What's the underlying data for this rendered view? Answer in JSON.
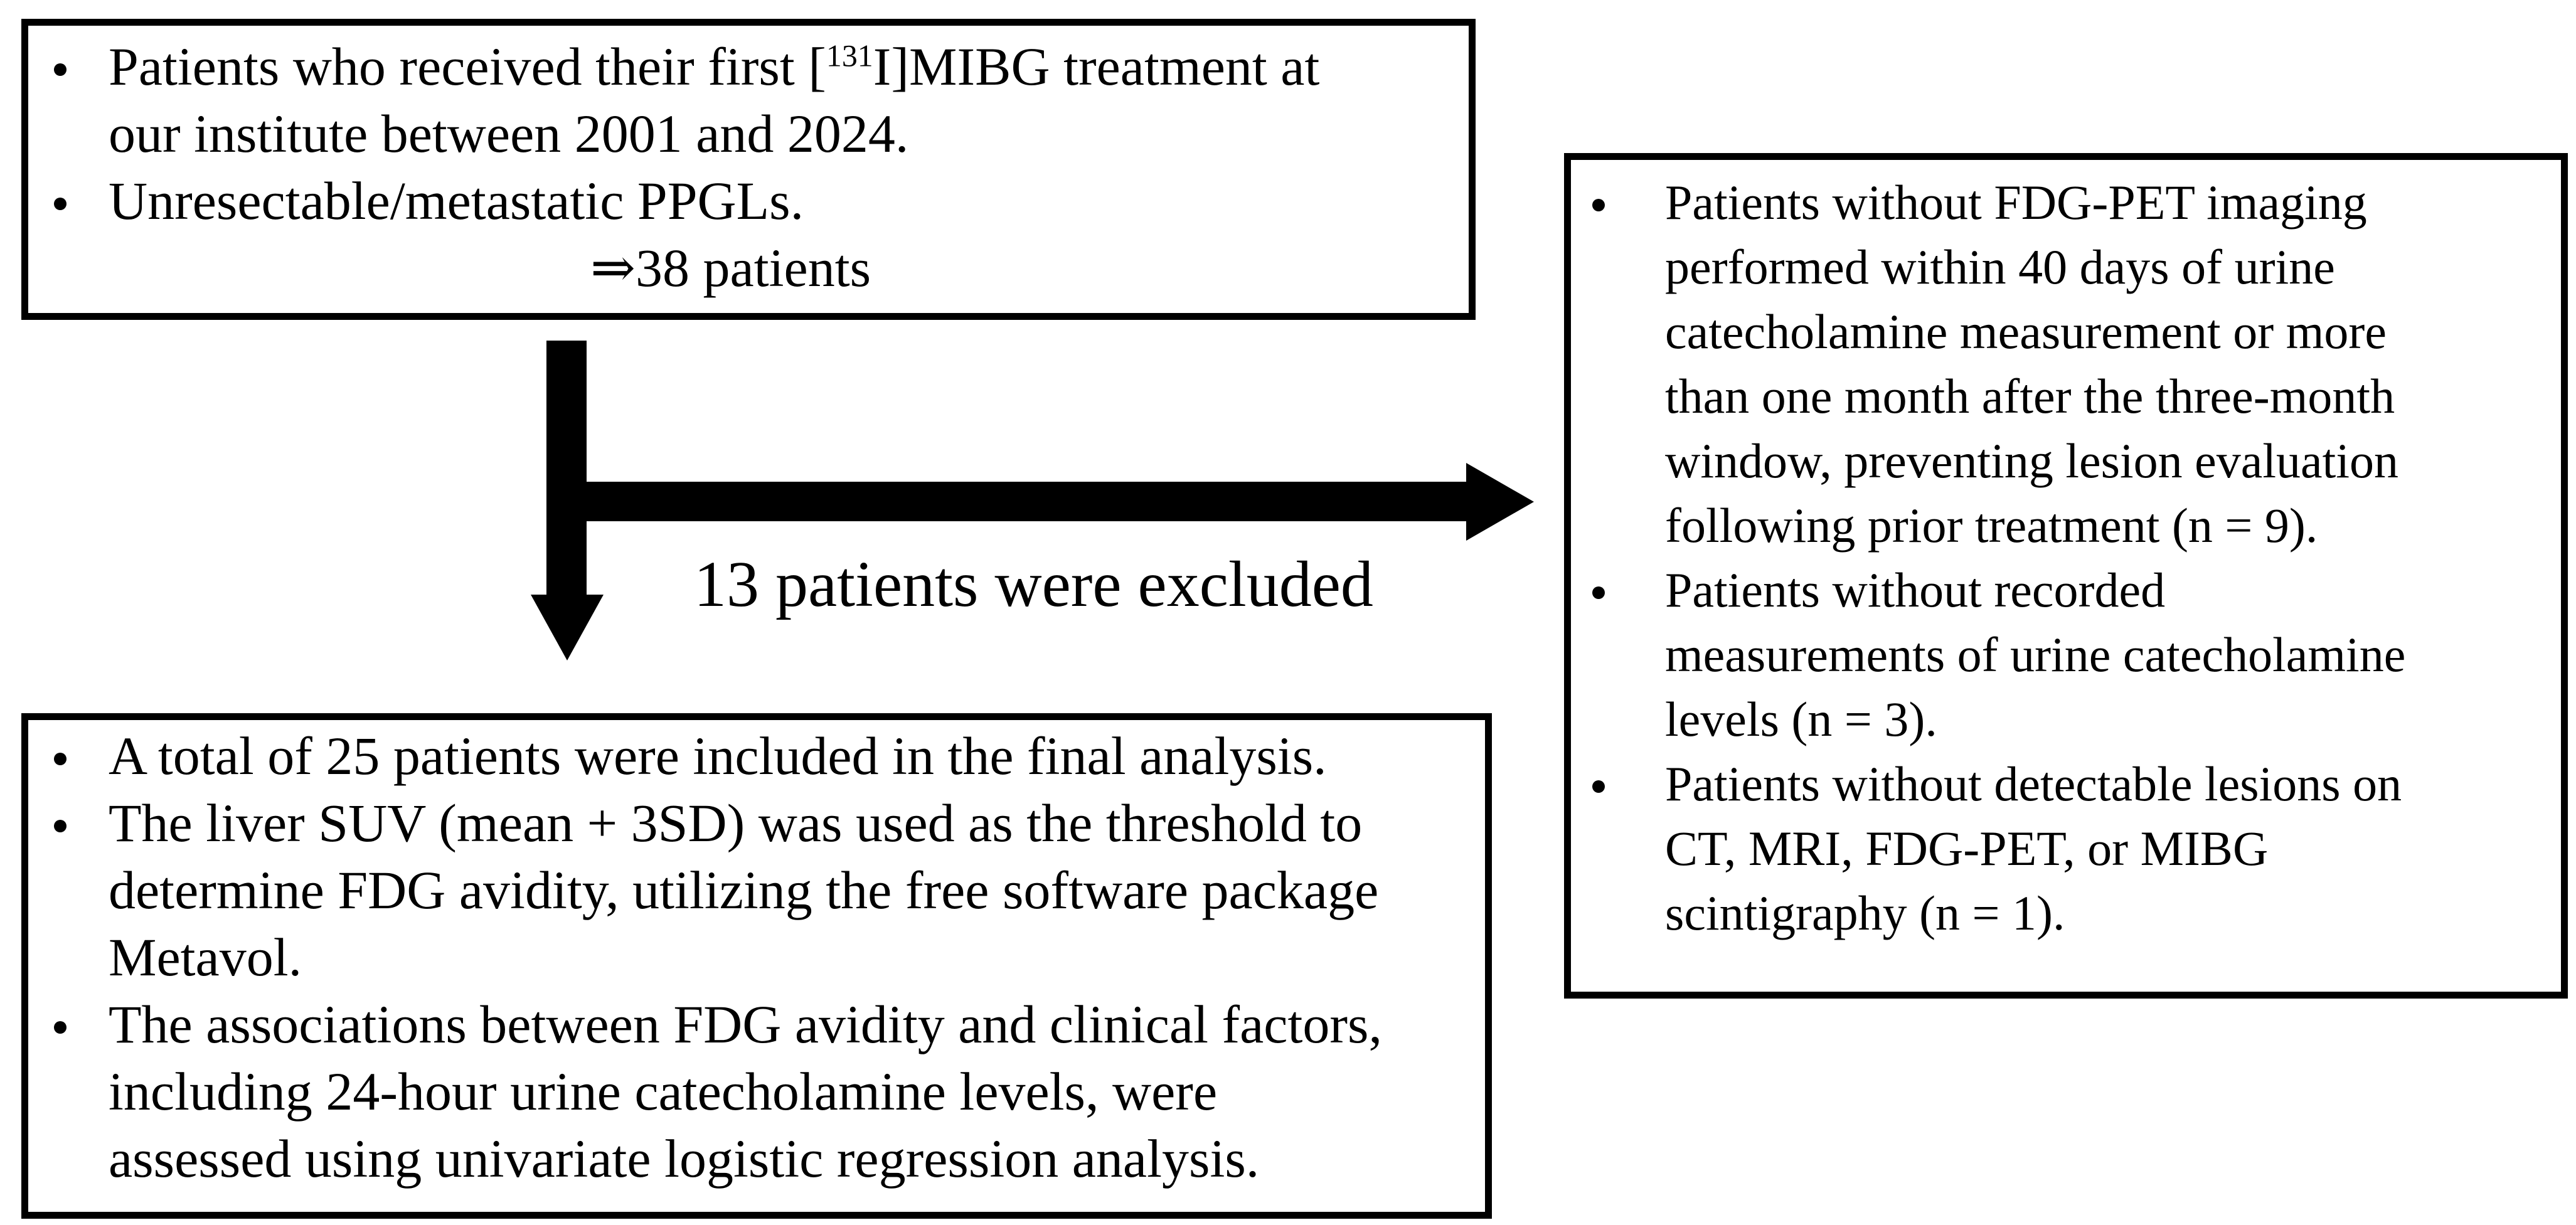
{
  "colors": {
    "ink": "#000000",
    "paper": "#ffffff",
    "box_border": "#000000"
  },
  "inclusion_box": {
    "bullets": [
      {
        "lines": [
          "Patients who received their first [§131§I]MIBG treatment at",
          "our institute between 2001 and 2024."
        ]
      },
      {
        "lines": [
          "Unresectable/metastatic PPGLs."
        ]
      }
    ],
    "result": "⇒38 patients"
  },
  "exclusion_box": {
    "bullets": [
      {
        "lines": [
          "Patients without FDG-PET imaging",
          "performed within 40 days of urine",
          "catecholamine measurement or more",
          "than one month after the three-month",
          "window, preventing lesion evaluation",
          "following prior treatment (n = 9)."
        ]
      },
      {
        "lines": [
          "Patients without recorded",
          "measurements of urine catecholamine",
          "levels (n = 3)."
        ]
      },
      {
        "lines": [
          "Patients without detectable lesions on",
          "CT, MRI, FDG-PET, or MIBG",
          "scintigraphy (n = 1)."
        ]
      }
    ]
  },
  "analysis_box": {
    "bullets": [
      {
        "lines": [
          "A total of 25 patients were included in the final analysis."
        ]
      },
      {
        "lines": [
          "The liver SUV (mean + 3SD) was used as the threshold to",
          "determine FDG avidity, utilizing the free software package",
          "Metavol."
        ]
      },
      {
        "lines": [
          "The associations between FDG avidity and clinical factors,",
          "including 24-hour urine catecholamine levels, were",
          "assessed using univariate logistic regression analysis."
        ]
      }
    ]
  },
  "arrow_label": "13 patients were excluded"
}
